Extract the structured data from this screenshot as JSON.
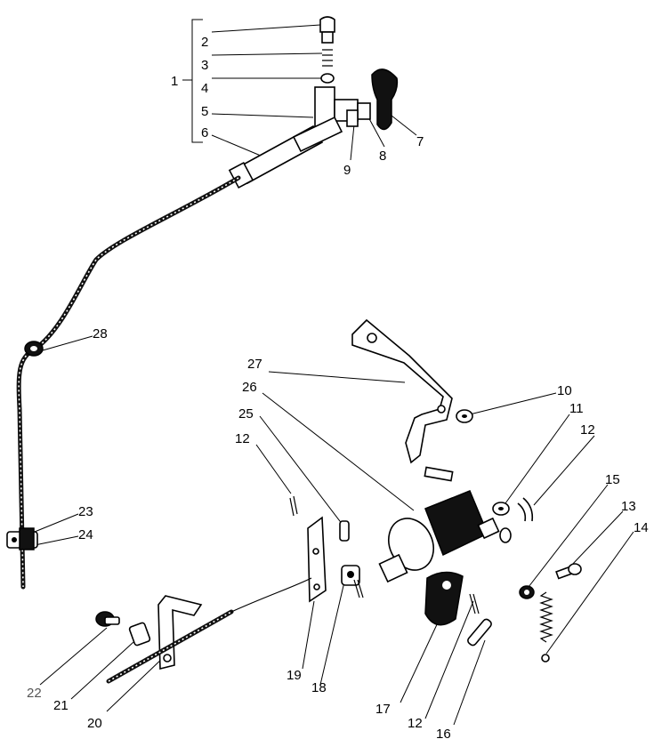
{
  "labels": {
    "l1": "1",
    "l2": "2",
    "l3": "3",
    "l4": "4",
    "l5": "5",
    "l6": "6",
    "l7": "7",
    "l8": "8",
    "l9": "9",
    "l10": "10",
    "l11": "11",
    "l12a": "12",
    "l12b": "12",
    "l12c": "12",
    "l13": "13",
    "l14": "14",
    "l15": "15",
    "l16": "16",
    "l17": "17",
    "l18": "18",
    "l19": "19",
    "l20": "20",
    "l21": "21",
    "l22": "22",
    "l23": "23",
    "l24": "24",
    "l25": "25",
    "l26": "26",
    "l27": "27",
    "l28": "28"
  },
  "colors": {
    "ink": "#000000",
    "label_22": "#555555",
    "background": "#ffffff"
  }
}
